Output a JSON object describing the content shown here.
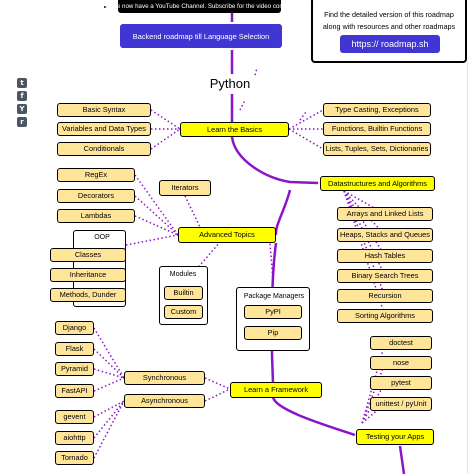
{
  "banner": {
    "text": "We now have a YouTube Channel. Subscribe for the video content.",
    "icon": "youtube-icon"
  },
  "info": {
    "line1": "Find the detailed version of this roadmap",
    "line2": "along with resources and other roadmaps",
    "link": "https:// roadmap.sh"
  },
  "prev_roadmap": "Backend roadmap till Language Selection",
  "title": "Python",
  "share": {
    "icons": [
      "twitter-icon",
      "facebook-icon",
      "hackernews-icon",
      "reddit-icon"
    ]
  },
  "colors": {
    "topic": "#ffff00",
    "subtopic": "#ffe599",
    "main_line": "#8b14c9",
    "dots": "#8b14c9",
    "button": "#4136d4"
  },
  "topics": {
    "basics": "Learn the Basics",
    "ds": "Datastructures and Algorithms",
    "advanced": "Advanced Topics",
    "framework": "Learn a Framework",
    "testing": "Testing your Apps"
  },
  "basics_left": [
    "Basic Syntax",
    "Variables and Data Types",
    "Conditionals"
  ],
  "basics_right": [
    "Type Casting, Exceptions",
    "Functions, Builtin Functions",
    "Lists, Tuples, Sets, Dictionaries"
  ],
  "advanced_left": [
    "RegEx",
    "Decorators",
    "Lambdas"
  ],
  "iterators": "Iterators",
  "oop": {
    "label": "OOP",
    "items": [
      "Classes",
      "Inheritance",
      "Methods, Dunder"
    ]
  },
  "modules": {
    "label": "Modules",
    "items": [
      "Builtin",
      "Custom"
    ]
  },
  "package_managers": {
    "label": "Package Managers",
    "items": [
      "PyPI",
      "Pip"
    ]
  },
  "ds_items": [
    "Arrays and Linked Lists",
    "Heaps, Stacks and Queues",
    "Hash Tables",
    "Binary Search Trees",
    "Recursion",
    "Sorting Algorithms"
  ],
  "framework_kinds": {
    "sync": "Synchronous",
    "async": "Asynchronous"
  },
  "sync_frameworks": [
    "Django",
    "Flask",
    "Pyramid",
    "FastAPI"
  ],
  "async_frameworks": [
    "gevent",
    "aiohttp",
    "Tornado"
  ],
  "testing_items": [
    "doctest",
    "nose",
    "pytest",
    "unittest / pyUnit"
  ]
}
